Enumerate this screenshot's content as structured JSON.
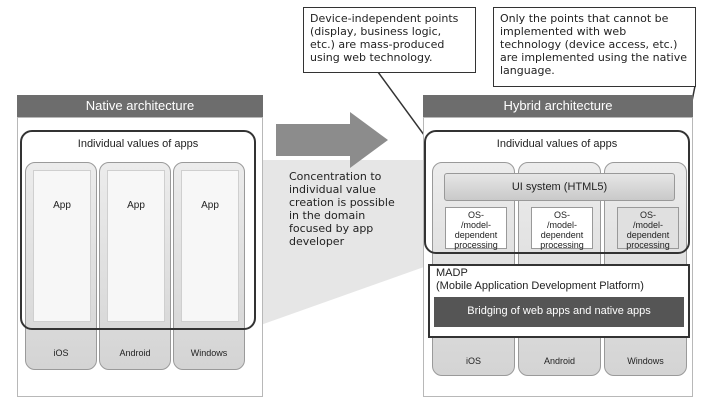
{
  "native": {
    "header": "Native architecture",
    "values_label": "Individual values of apps",
    "columns": [
      {
        "app": "App",
        "os": "iOS"
      },
      {
        "app": "App",
        "os": "Android"
      },
      {
        "app": "App",
        "os": "Windows"
      }
    ]
  },
  "middle_note": "Concentration to individual value creation is possible in the domain focused by app developer",
  "hybrid": {
    "header": "Hybrid architecture",
    "values_label": "Individual values of apps",
    "ui_system": "UI system (HTML5)",
    "os_processing": [
      "OS-\n/model-\ndependent\nprocessing",
      "OS-\n/model-\ndependent\nprocessing",
      "OS-\n/model-\ndependent\nprocessing"
    ],
    "madp_line1": "MADP",
    "madp_line2": "(Mobile Application Development Platform)",
    "bridging": "Bridging of web apps and native apps",
    "platforms": [
      "iOS",
      "Android",
      "Windows"
    ]
  },
  "callouts": {
    "left": "Device-independent points (display, business logic, etc.) are mass-produced using web technology.",
    "right": "Only the points that cannot be implemented with web technology (device access, etc.) are implemented using the native language."
  }
}
